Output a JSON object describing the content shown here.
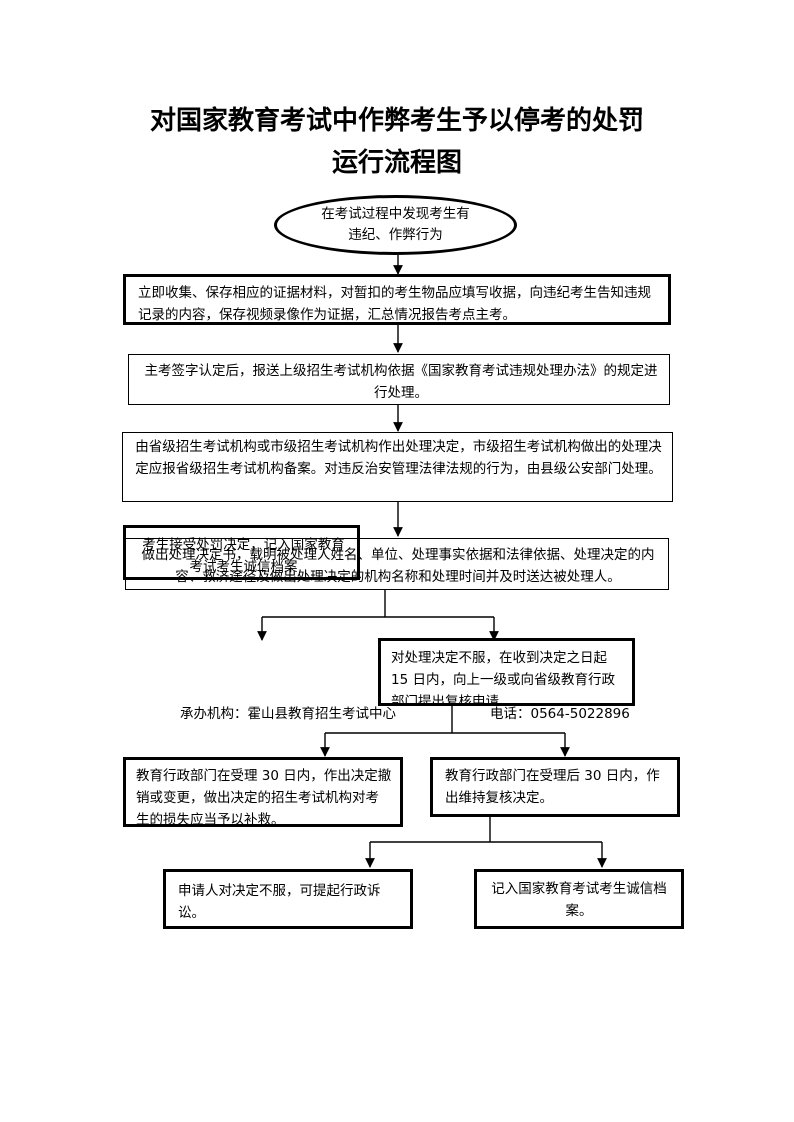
{
  "title": {
    "line1": "对国家教育考试中作弊考生予以停考的处罚",
    "line2": "运行流程图"
  },
  "nodes": {
    "start": {
      "line1": "在考试过程中发现考生有",
      "line2": "违纪、作弊行为"
    },
    "step1": "立即收集、保存相应的证据材料，对暂扣的考生物品应填写收据，向违纪考生告知违规记录的内容，保存视频录像作为证据，汇总情况报告考点主考。",
    "step2": "主考签字认定后，报送上级招生考试机构依据《国家教育考试违规处理办法》的规定进行处理。",
    "step3": "由省级招生考试机构或市级招生考试机构作出处理决定，市级招生考试机构做出的处理决定应报省级招生考试机构备案。对违反治安管理法律法规的行为，由县级公安部门处理。",
    "step4": "做出处理决定书，载明被处理人姓名、单位、处理事实依据和法律依据、处理决定的内容、救济途径及做出处理决定的机构名称和处理时间并及时送达被处理人。",
    "accept": "考生接受处罚决定，记入国家教育考试考生诚信档案",
    "appeal": "对处理决定不服，在收到决定之日起 15 日内，向上一级或向省级教育行政部门提出复核申请。",
    "revoke": "教育行政部门在受理 30 日内，作出决定撤销或变更，做出决定的招生考试机构对考生的损失应当予以补救。",
    "uphold": "教育行政部门在受理后 30 日内，作出维持复核决定。",
    "lawsuit": "申请人对决定不服，可提起行政诉讼。",
    "record": "记入国家教育考试考生诚信档案。"
  },
  "footer": {
    "organizer": "承办机构：霍山县教育招生考试中心",
    "phone": "电话：0564-5022896"
  }
}
